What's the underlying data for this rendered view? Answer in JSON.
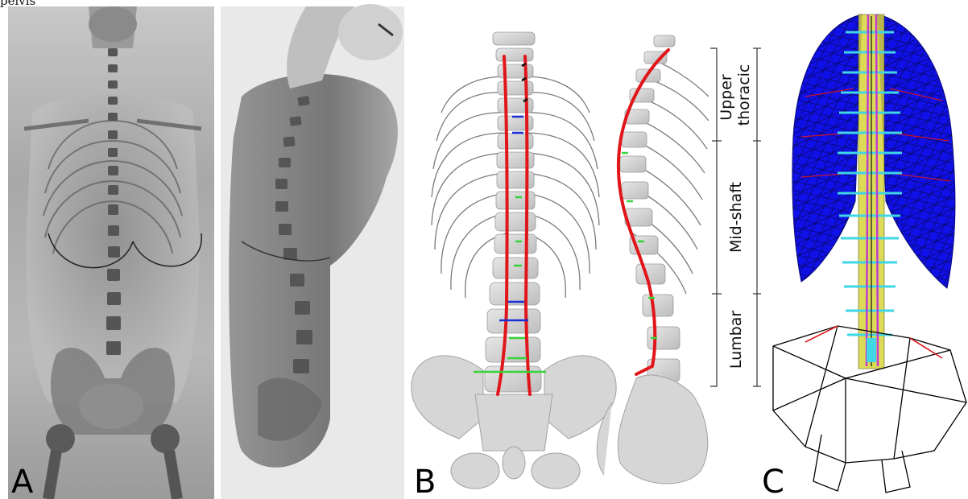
{
  "header_fragment": "pelvis",
  "panels": {
    "a": {
      "label": "A"
    },
    "b": {
      "label": "B"
    },
    "c": {
      "label": "C"
    }
  },
  "regions": [
    {
      "id": "upper",
      "label": "Upper thoracic",
      "lines": [
        "Upper",
        "thoracic"
      ]
    },
    {
      "id": "mid",
      "label": "Mid-shaft",
      "lines": [
        "Mid-shaft"
      ]
    },
    {
      "id": "lumbar",
      "label": "Lumbar",
      "lines": [
        "Lumbar"
      ]
    }
  ],
  "colors": {
    "centerline": "#e0161a",
    "marker_blue": "#1a2fd6",
    "marker_green": "#36d43a",
    "marker_black": "#111111",
    "lung_mesh": "#1010e8",
    "rod_cyan": "#3fd6e6",
    "vertebra_yellow": "#d8d43a"
  }
}
